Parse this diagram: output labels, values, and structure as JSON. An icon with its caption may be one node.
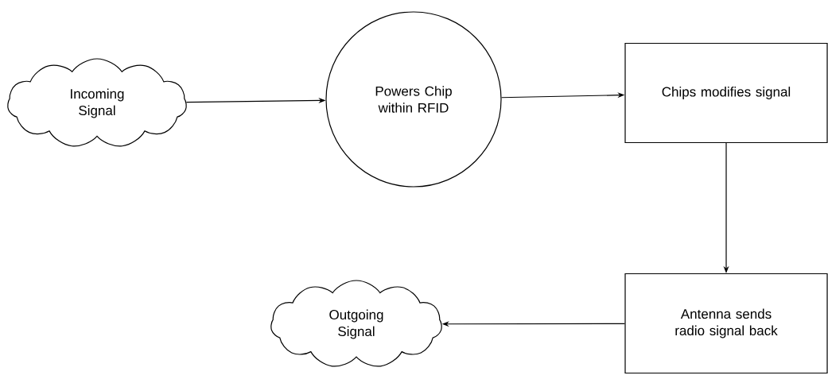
{
  "diagram": {
    "nodes": [
      {
        "text": [
          "Incoming Signal"
        ]
      },
      {
        "text": [
          "Powers Chip within RFID"
        ]
      },
      {
        "text": [
          "Chips modifies signal"
        ]
      },
      {
        "text": [
          "Antenna sends radio signal back"
        ]
      },
      {
        "text": [
          "Outgoing Signal"
        ]
      }
    ],
    "edges": [
      {
        "from": 0,
        "to": 1,
        "arrow": "to"
      },
      {
        "from": 1,
        "to": 2,
        "arrow": "to"
      },
      {
        "from": 2,
        "to": 3,
        "arrow": "to"
      },
      {
        "from": 3,
        "to": 4,
        "arrow": "to"
      }
    ]
  }
}
